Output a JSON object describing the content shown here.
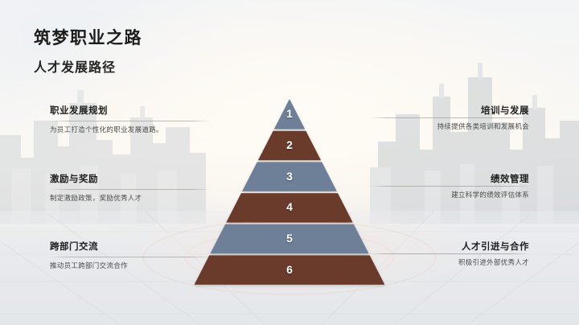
{
  "slide": {
    "title": "筑梦职业之路",
    "subtitle": "人才发展路径"
  },
  "colors": {
    "tier_blue": "#6d8098",
    "tier_brown": "#6b3a2a",
    "tier_gap": "#f4f2ef",
    "title_text": "#1c1c1c",
    "desc_text": "#4a4a4a",
    "rule": "#8c8c8c",
    "background_sky": "#f6f4f1",
    "background_ground": "#e6e9ec"
  },
  "callouts_left": [
    {
      "heading": "职业发展规划",
      "description": "为员工打造个性化的职业发展道路。"
    },
    {
      "heading": "激励与奖励",
      "description": "制定激励政策，奖励优秀人才"
    },
    {
      "heading": "跨部门交流",
      "description": "推动员工跨部门交流合作"
    }
  ],
  "callouts_right": [
    {
      "heading": "培训与发展",
      "description": "持续提供各类培训和发展机会"
    },
    {
      "heading": "绩效管理",
      "description": "建立科学的绩效评估体系"
    },
    {
      "heading": "人才引进与合作",
      "description": "积极引进外部优秀人才"
    }
  ],
  "pyramid": {
    "levels": [
      {
        "label": "1",
        "color": "#6d8098"
      },
      {
        "label": "2",
        "color": "#6b3a2a"
      },
      {
        "label": "3",
        "color": "#6d8098"
      },
      {
        "label": "4",
        "color": "#6b3a2a"
      },
      {
        "label": "5",
        "color": "#6d8098"
      },
      {
        "label": "6",
        "color": "#6b3a2a"
      }
    ]
  }
}
